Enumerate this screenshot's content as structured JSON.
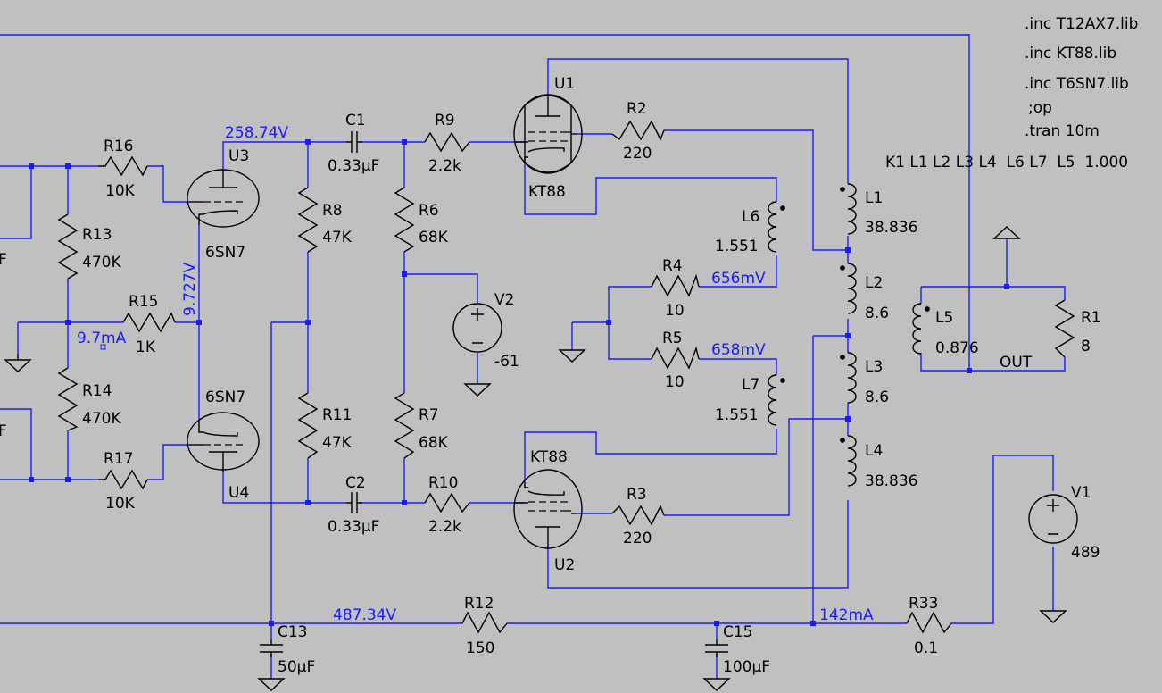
{
  "directives": [
    ".inc T12AX7.lib",
    ".inc KT88.lib",
    ".inc T6SN7.lib",
    ";op",
    ".tran 10m"
  ],
  "coupling": "K1 L1 L2 L3 L4  L6 L7  L5  1.000",
  "parts": {
    "U3": {
      "ref": "U3",
      "model": "6SN7"
    },
    "U4": {
      "ref": "U4",
      "model": "6SN7"
    },
    "U1": {
      "ref": "U1",
      "model": "KT88"
    },
    "U2": {
      "ref": "U2",
      "model": "KT88"
    },
    "R16": {
      "ref": "R16",
      "value": "10K"
    },
    "R17": {
      "ref": "R17",
      "value": "10K"
    },
    "R13": {
      "ref": "R13",
      "value": "470K"
    },
    "R14": {
      "ref": "R14",
      "value": "470K"
    },
    "R15": {
      "ref": "R15",
      "value": "1K"
    },
    "R8": {
      "ref": "R8",
      "value": "47K"
    },
    "R11": {
      "ref": "R11",
      "value": "47K"
    },
    "R6": {
      "ref": "R6",
      "value": "68K"
    },
    "R7": {
      "ref": "R7",
      "value": "68K"
    },
    "C1": {
      "ref": "C1",
      "value": "0.33µF"
    },
    "C2": {
      "ref": "C2",
      "value": "0.33µF"
    },
    "R9": {
      "ref": "R9",
      "value": "2.2k"
    },
    "R10": {
      "ref": "R10",
      "value": "2.2k"
    },
    "R2": {
      "ref": "R2",
      "value": "220"
    },
    "R3": {
      "ref": "R3",
      "value": "220"
    },
    "R4": {
      "ref": "R4",
      "value": "10"
    },
    "R5": {
      "ref": "R5",
      "value": "10"
    },
    "V2": {
      "ref": "V2",
      "value": "-61"
    },
    "L6": {
      "ref": "L6",
      "value": "1.551"
    },
    "L7": {
      "ref": "L7",
      "value": "1.551"
    },
    "L1": {
      "ref": "L1",
      "value": "38.836"
    },
    "L2": {
      "ref": "L2",
      "value": "8.6"
    },
    "L3": {
      "ref": "L3",
      "value": "8.6"
    },
    "L4": {
      "ref": "L4",
      "value": "38.836"
    },
    "L5": {
      "ref": "L5",
      "value": "0.876"
    },
    "R1": {
      "ref": "R1",
      "value": "8"
    },
    "V1": {
      "ref": "V1",
      "value": "489"
    },
    "R12": {
      "ref": "R12",
      "value": "150"
    },
    "R33": {
      "ref": "R33",
      "value": "0.1"
    },
    "C13": {
      "ref": "C13",
      "value": "50µF"
    },
    "C15": {
      "ref": "C15",
      "value": "100µF"
    }
  },
  "net_labels": {
    "out": "OUT"
  },
  "partial_labels": {
    "top_left": "F",
    "bottom_left": "F"
  },
  "probes": {
    "v_u3_plate": "258.74V",
    "v_cathode": "9.727V",
    "i_cathode": "9.7mA",
    "v_r4": "656mV",
    "v_r5": "658mV",
    "v_supply": "487.34V",
    "i_supply": "142mA"
  },
  "colors": {
    "background": "#c0c0c0",
    "wire": "#1a1aff",
    "part": "#000000",
    "probe_text": "#1a1aff"
  }
}
